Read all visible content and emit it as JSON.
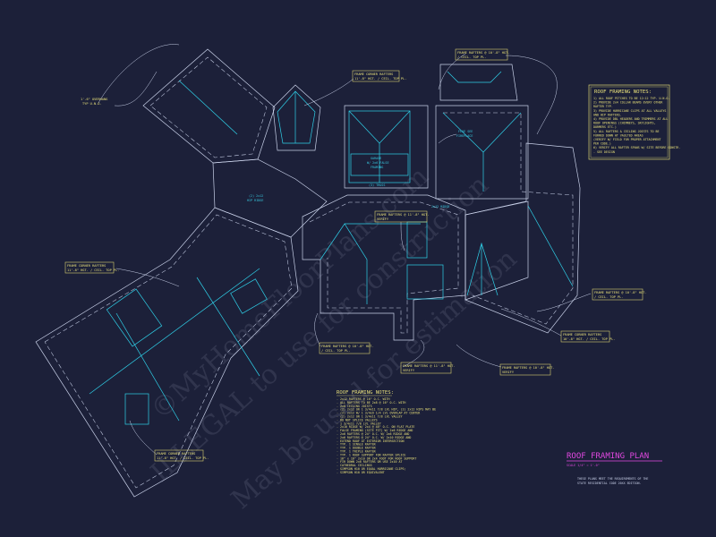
{
  "title_block": {
    "title": "ROOF FRAMING PLAN",
    "scale": "SCALE 1/4\" = 1'-0\"",
    "code_note_1": "THESE PLANS MEET THE REQUIREMENTS OF THE",
    "code_note_2": "STATE RESIDENTIAL CODE 20XX EDITION."
  },
  "notes_upper": {
    "title": "ROOF FRAMING NOTES:",
    "lines": [
      "1) ALL ROOF PITCHES TO BE 12:12 TYP. U.N.O.",
      "2) PROVIDE 2x4 COLLAR BEAMS EVERY OTHER",
      "   RAFTER TYP.",
      "3) PROVIDE HURRICANE CLIPS AT ALL VALLEYS",
      "   AND HIP RAFTERS.",
      "4) PROVIDE DBL HEADERS AND TRIMMERS AT ALL",
      "   ROOF OPENINGS (CHIMNEYS, SKYLIGHTS,",
      "   DORMERS ETC.)",
      "5) ALL RAFTERS & CEILING JOISTS TO BE",
      "   FURRED DOWN AT VAULTED AREAS",
      "   (VERIFY W/ FIELD FOR PROPER ATTACHMENT",
      "   PER CODE.)",
      "6) VERIFY ALL RAFTER SPANS W/ SITE BEFORE CONSTR.",
      "   - SEE DESIGN"
    ]
  },
  "notes_lower": {
    "title": "ROOF FRAMING NOTES:",
    "lines": [
      "- 2x12 RAFTERS @ 16\" O.C. WITH",
      "- ALL RAFTERS TO BE 2x8 @ 16\" O.C. WITH",
      "- 2x8 CEILING JOISTS",
      "- (2) 2x12 OR 1 3/4x11 7/8 LVL HIP, (2) 2x12 HIPS MAY BE",
      "- (2) 2x12 W/ 1 3/4x9 1/4 LVL OVERLAP AT CENTER",
      "- (2) 2x12 OR 1 3/4x11 7/8 LVL VALLEY",
      "- DO NOT SPLICE VALLEYS",
      "- 1 3/4x11 7/8 LVL VALLEY",
      "- 2x10 RIDGE W/ 2x4 @ 48\" O.C. ON FLAT PLATE",
      "- FALSE FRAMING (SITE FIT) W/ 2x6 RIDGE AND",
      "- 2x6 RAFTERS @ 24\" O.C. W/ 2x6 RIDGE AND",
      "- 2x6 RAFTERS @ 24\" O.C. W/ 2x10 RIDGE AND",
      "- EXTEND ROOF AT EXTERIOR INTERSECTION",
      "- TYP. 1 SINGLE RAFTER",
      "- TYP. 1 DOUBLE RAFTER",
      "- TYP. 1 TRIPLE RAFTER",
      "- TYP. 1 ROOF SUPPORT FOR RAFTER SPLICE",
      "- 16\" x 16\" 2x10 OR 2x4 FOOT FOR ROOF SUPPORT",
      "- FIR DOWN 2x8 RAFTERS OR USE 2x10 AT",
      "- CATHEDRAL CEILINGS",
      "- SIMPSON H10 OR EQUAL HURRICANE CLIPS;",
      "- SIMPSON H10 OR EQUIVALENT"
    ]
  },
  "callouts": {
    "overhang": [
      "1'-6\" OVERHANG",
      "TYP U.N.O."
    ],
    "frame_corner_top": [
      "FRAME CORNER RAFTERS",
      "11'-8\" HGT. / CEIL. TOP PL."
    ],
    "frame_rafters_top_right": [
      "FRAME RAFTERS @ 10'-8\" HGT.",
      "/ CEIL. TOP PL."
    ],
    "frame_corner_left": [
      "FRAME CORNER RAFTERS",
      "11'-8\" HGT. / CEIL. TOP PL."
    ],
    "frame_rafters_mid": [
      "FRAME RAFTERS @ 11'-8\" HGT.",
      "VERIFY"
    ],
    "frame_rafters_right": [
      "FRAME RAFTERS @ 10'-8\" HGT.",
      "/ CEIL. TOP PL."
    ],
    "frame_corner_right": [
      "FRAME CORNER RAFTERS",
      "10'-8\" HGT. / CEIL. TOP PL."
    ],
    "frame_rafters_center": [
      "FRAME RAFTERS @ 10'-8\" HGT.",
      "/ CEIL. TOP PL."
    ],
    "frame_rafters_low_center": [
      "FRAME RAFTERS @ 11'-8\" HGT.",
      "VERIFY"
    ],
    "frame_rafters_low_right": [
      "FRAME RAFTERS @ 10'-8\" HGT.",
      "VERIFY"
    ],
    "frame_corner_bottom": [
      "FRAME CORNER RAFTERS",
      "11'-8\" HGT. / CEIL. TOP PL."
    ],
    "flue": [
      "FLUE SEE",
      "FIREPLACE"
    ],
    "hip": [
      "(2) 2x12",
      "HIP RIDGE"
    ],
    "ridge": [
      "2x12 RIDGE"
    ],
    "garage": [
      "GARAGE",
      "W/ 2x6 FALSE",
      "FRAMING",
      "(3) TRUSS"
    ]
  },
  "watermark": {
    "line1": "©MyHomeFloorPlans.com",
    "line2": "ILLEGAL to use for construction",
    "line3": "May be used for estimation"
  },
  "colors": {
    "background": "#1c2039",
    "linework": "#c8d0e8",
    "framing": "#2fd0e8",
    "labels": "#e8e07a",
    "title": "#e048e0"
  }
}
